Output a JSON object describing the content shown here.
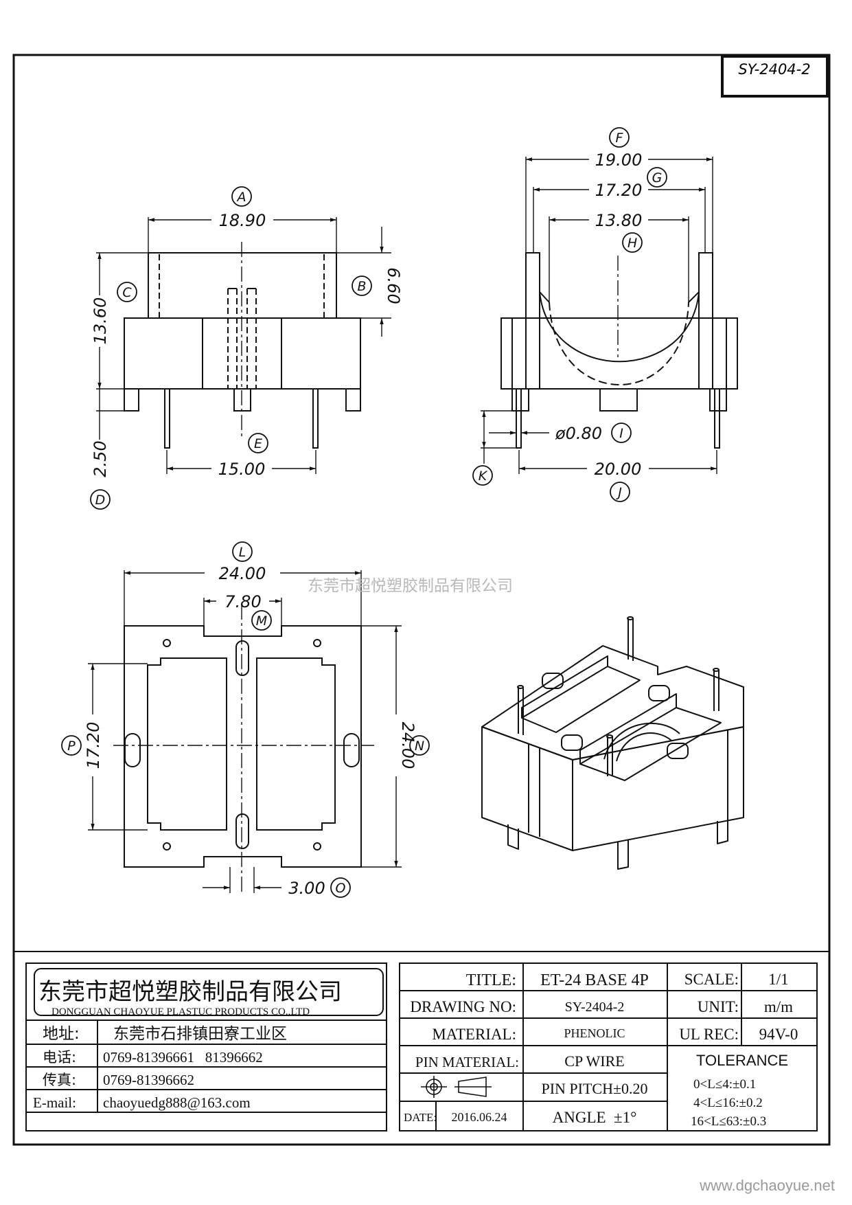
{
  "drawing_code": "SY-2404-2",
  "watermark_company": "东莞市超悦塑胶制品有限公司",
  "website": "www.dgchaoyue.net",
  "dimensions": {
    "A": {
      "letter": "A",
      "value": "18.90"
    },
    "B": {
      "letter": "B",
      "value": "6.60"
    },
    "C": {
      "letter": "C",
      "value": "13.60"
    },
    "D": {
      "letter": "D",
      "value": "2.50"
    },
    "E": {
      "letter": "E",
      "value": "15.00"
    },
    "F": {
      "letter": "F",
      "value": "19.00"
    },
    "G": {
      "letter": "G",
      "value": "17.20"
    },
    "H": {
      "letter": "H",
      "value": "13.80"
    },
    "I": {
      "letter": "I",
      "value": "ø0.80"
    },
    "J": {
      "letter": "J",
      "value": "20.00"
    },
    "K": {
      "letter": "K"
    },
    "L": {
      "letter": "L",
      "value": "24.00"
    },
    "M": {
      "letter": "M",
      "value": "7.80"
    },
    "N": {
      "letter": "N",
      "value": "24.00"
    },
    "O": {
      "letter": "O",
      "value": "3.00"
    },
    "P": {
      "letter": "P",
      "value": "17.20"
    }
  },
  "title_block": {
    "company_cn": "东莞市超悦塑胶制品有限公司",
    "company_en": "DONGGUAN CHAOYUE PLASTUC PRODUCTS CO.,LTD",
    "address_label": "地址:",
    "address_value": "东莞市石排镇田寮工业区",
    "phone_label": "电话:",
    "phone_value": "0769-81396661   81396662",
    "fax_label": "传真:",
    "fax_value": "0769-81396662",
    "email_label": "E-mail:",
    "email_value": "chaoyuedg888@163.com",
    "title_label": "TITLE:",
    "title_value": "ET-24 BASE 4P",
    "drawing_no_label": "DRAWING NO:",
    "drawing_no_value": "SY-2404-2",
    "material_label": "MATERIAL:",
    "material_value": "PHENOLIC",
    "pin_material_label": "PIN MATERIAL:",
    "pin_material_value": "CP WIRE",
    "pin_pitch": "PIN PITCH±0.20",
    "angle": "ANGLE  ±1°",
    "date_label": "DATE:",
    "date_value": "2016.06.24",
    "scale_label": "SCALE:",
    "scale_value": "1/1",
    "unit_label": "UNIT:",
    "unit_value": "m/m",
    "ul_label": "UL REC:",
    "ul_value": "94V-0",
    "tolerance_label": "TOLERANCE",
    "tolerance_rows": [
      "0<L≤4:±0.1",
      "4<L≤16:±0.2",
      "16<L≤63:±0.3"
    ]
  }
}
